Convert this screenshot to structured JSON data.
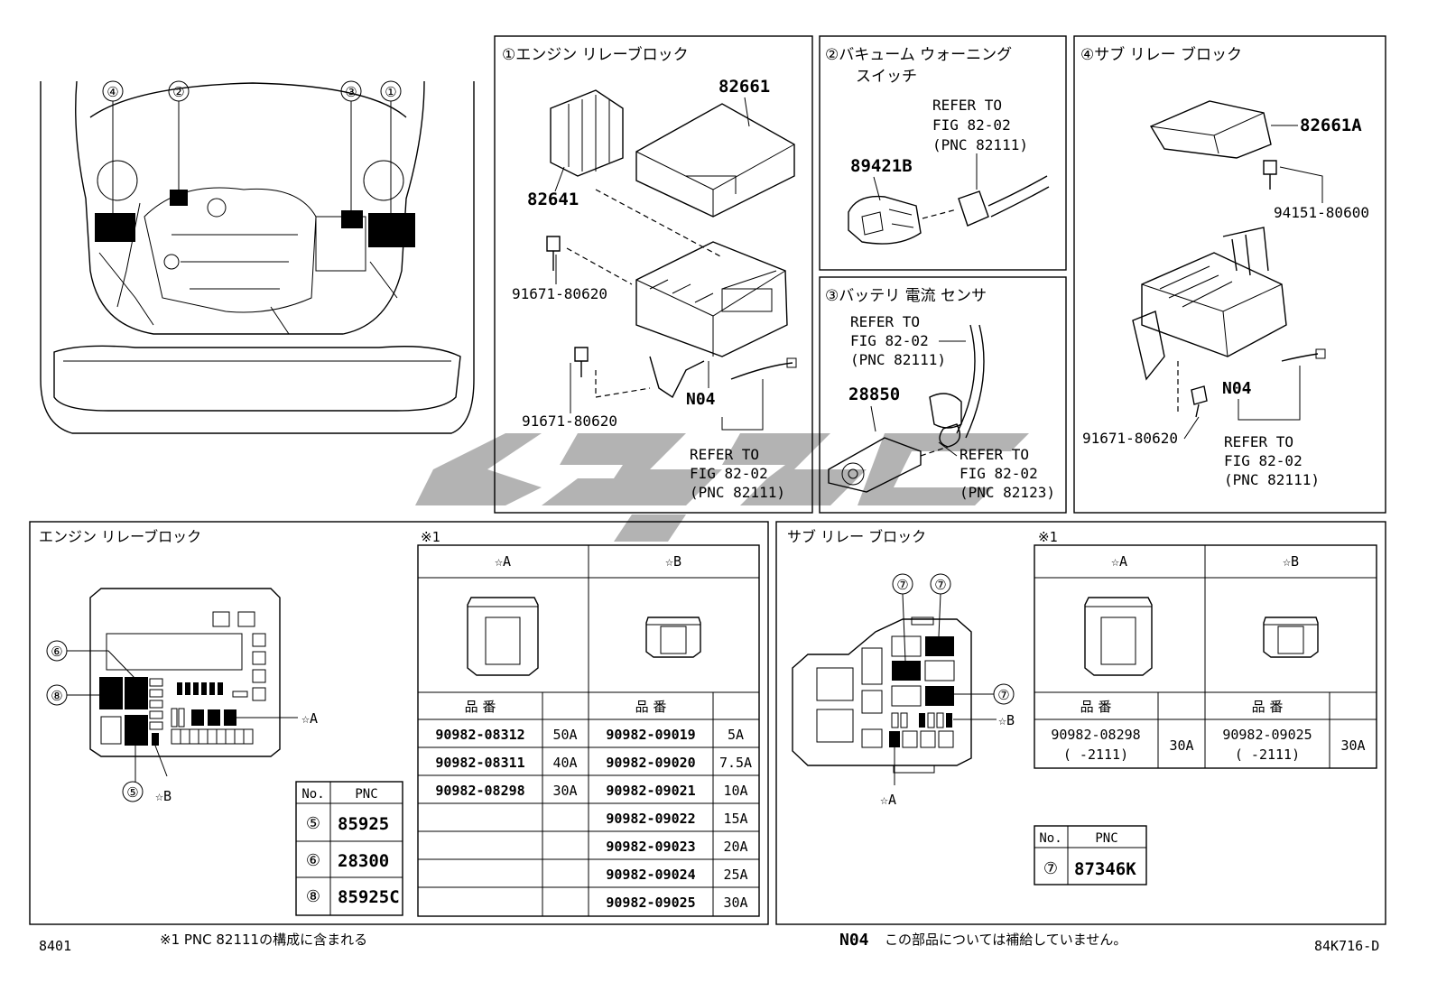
{
  "engine_overview": {
    "callouts": [
      "④",
      "②",
      "③",
      "①"
    ]
  },
  "panel1": {
    "title": "①エンジン リレーブロック",
    "parts": {
      "cover": "82661",
      "relay_block": "82641",
      "bolt_upper": "91671-80620",
      "bolt_lower": "91671-80620",
      "wire": "N04"
    },
    "refer": [
      "REFER TO",
      "FIG 82-02",
      "(PNC 82111)"
    ]
  },
  "panel2": {
    "title_line1": "②バキューム ウォーニング",
    "title_line2": "スイッチ",
    "part": "89421B",
    "refer": [
      "REFER TO",
      "FIG 82-02",
      "(PNC 82111)"
    ]
  },
  "panel3": {
    "title": "③バッテリ 電流 センサ",
    "part": "28850",
    "refer_upper": [
      "REFER TO",
      "FIG 82-02",
      "(PNC 82111)"
    ],
    "refer_lower": [
      "REFER TO",
      "FIG 82-02",
      "(PNC 82123)"
    ]
  },
  "panel4": {
    "title": "④サブ リレー ブロック",
    "parts": {
      "cover": "82661A",
      "bolt_upper": "94151-80600",
      "bolt_lower": "91671-80620",
      "wire": "N04"
    },
    "refer": [
      "REFER TO",
      "FIG 82-02",
      "(PNC 82111)"
    ]
  },
  "engine_relay_section": {
    "title": "エンジン リレーブロック",
    "callouts": [
      "⑥",
      "⑧",
      "⑤"
    ],
    "star_a": "☆A",
    "star_b": "☆B",
    "note_mark": "※1",
    "fuse_table": {
      "col_a": "☆A",
      "col_b": "☆B",
      "part_header": "品 番",
      "rows_a": [
        [
          "90982-08312",
          "50A"
        ],
        [
          "90982-08311",
          "40A"
        ],
        [
          "90982-08298",
          "30A"
        ],
        [
          "",
          ""
        ],
        [
          "",
          ""
        ],
        [
          "",
          ""
        ],
        [
          "",
          ""
        ]
      ],
      "rows_b": [
        [
          "90982-09019",
          "5A"
        ],
        [
          "90982-09020",
          "7.5A"
        ],
        [
          "90982-09021",
          "10A"
        ],
        [
          "90982-09022",
          "15A"
        ],
        [
          "90982-09023",
          "20A"
        ],
        [
          "90982-09024",
          "25A"
        ],
        [
          "90982-09025",
          "30A"
        ]
      ]
    },
    "pnc_table": {
      "headers": [
        "No.",
        "PNC"
      ],
      "rows": [
        [
          "⑤",
          "85925"
        ],
        [
          "⑥",
          "28300"
        ],
        [
          "⑧",
          "85925C"
        ]
      ]
    }
  },
  "sub_relay_section": {
    "title": "サブ リレー ブロック",
    "callouts": [
      "⑦",
      "⑦",
      "⑦"
    ],
    "star_a": "☆A",
    "star_b": "☆B",
    "note_mark": "※1",
    "fuse_table": {
      "col_a": "☆A",
      "col_b": "☆B",
      "part_header": "品 番",
      "row_a": [
        "90982-08298",
        "(    -2111)",
        "30A"
      ],
      "row_b": [
        "90982-09025",
        "(    -2111)",
        "30A"
      ]
    },
    "pnc_table": {
      "headers": [
        "No.",
        "PNC"
      ],
      "rows": [
        [
          "⑦",
          "87346K"
        ]
      ]
    }
  },
  "footer": {
    "left_code": "8401",
    "note": "※1 PNC 82111の構成に含まれる",
    "n04_label": "N04",
    "n04_note": "この部品については補給していません。",
    "right_code": "84K716-D"
  }
}
